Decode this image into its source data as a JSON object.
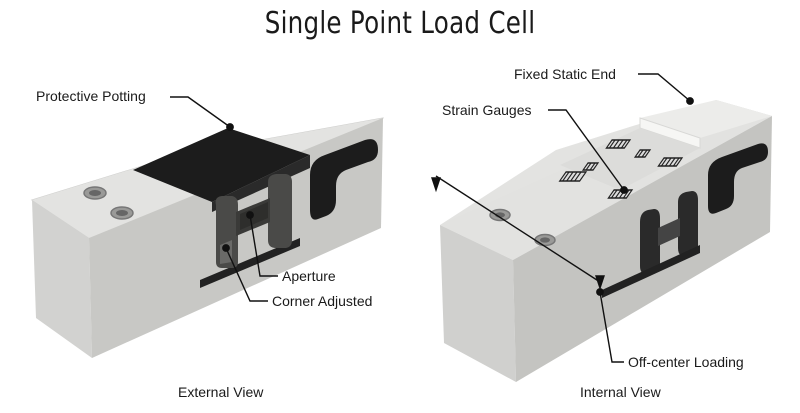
{
  "title": "Single Point Load Cell",
  "labels": {
    "protective_potting": "Protective Potting",
    "aperture": "Aperture",
    "corner_adjusted": "Corner Adjusted",
    "fixed_static_end": "Fixed Static End",
    "strain_gauges": "Strain Gauges",
    "off_center_loading": "Off-center Loading"
  },
  "captions": {
    "external": "External View",
    "internal": "Internal View"
  },
  "colors": {
    "metal_front": "#d4d4d2",
    "metal_top": "#e6e6e4",
    "metal_side": "#b9b9b6",
    "potting": "#1c1c1c",
    "line": "#111111"
  }
}
